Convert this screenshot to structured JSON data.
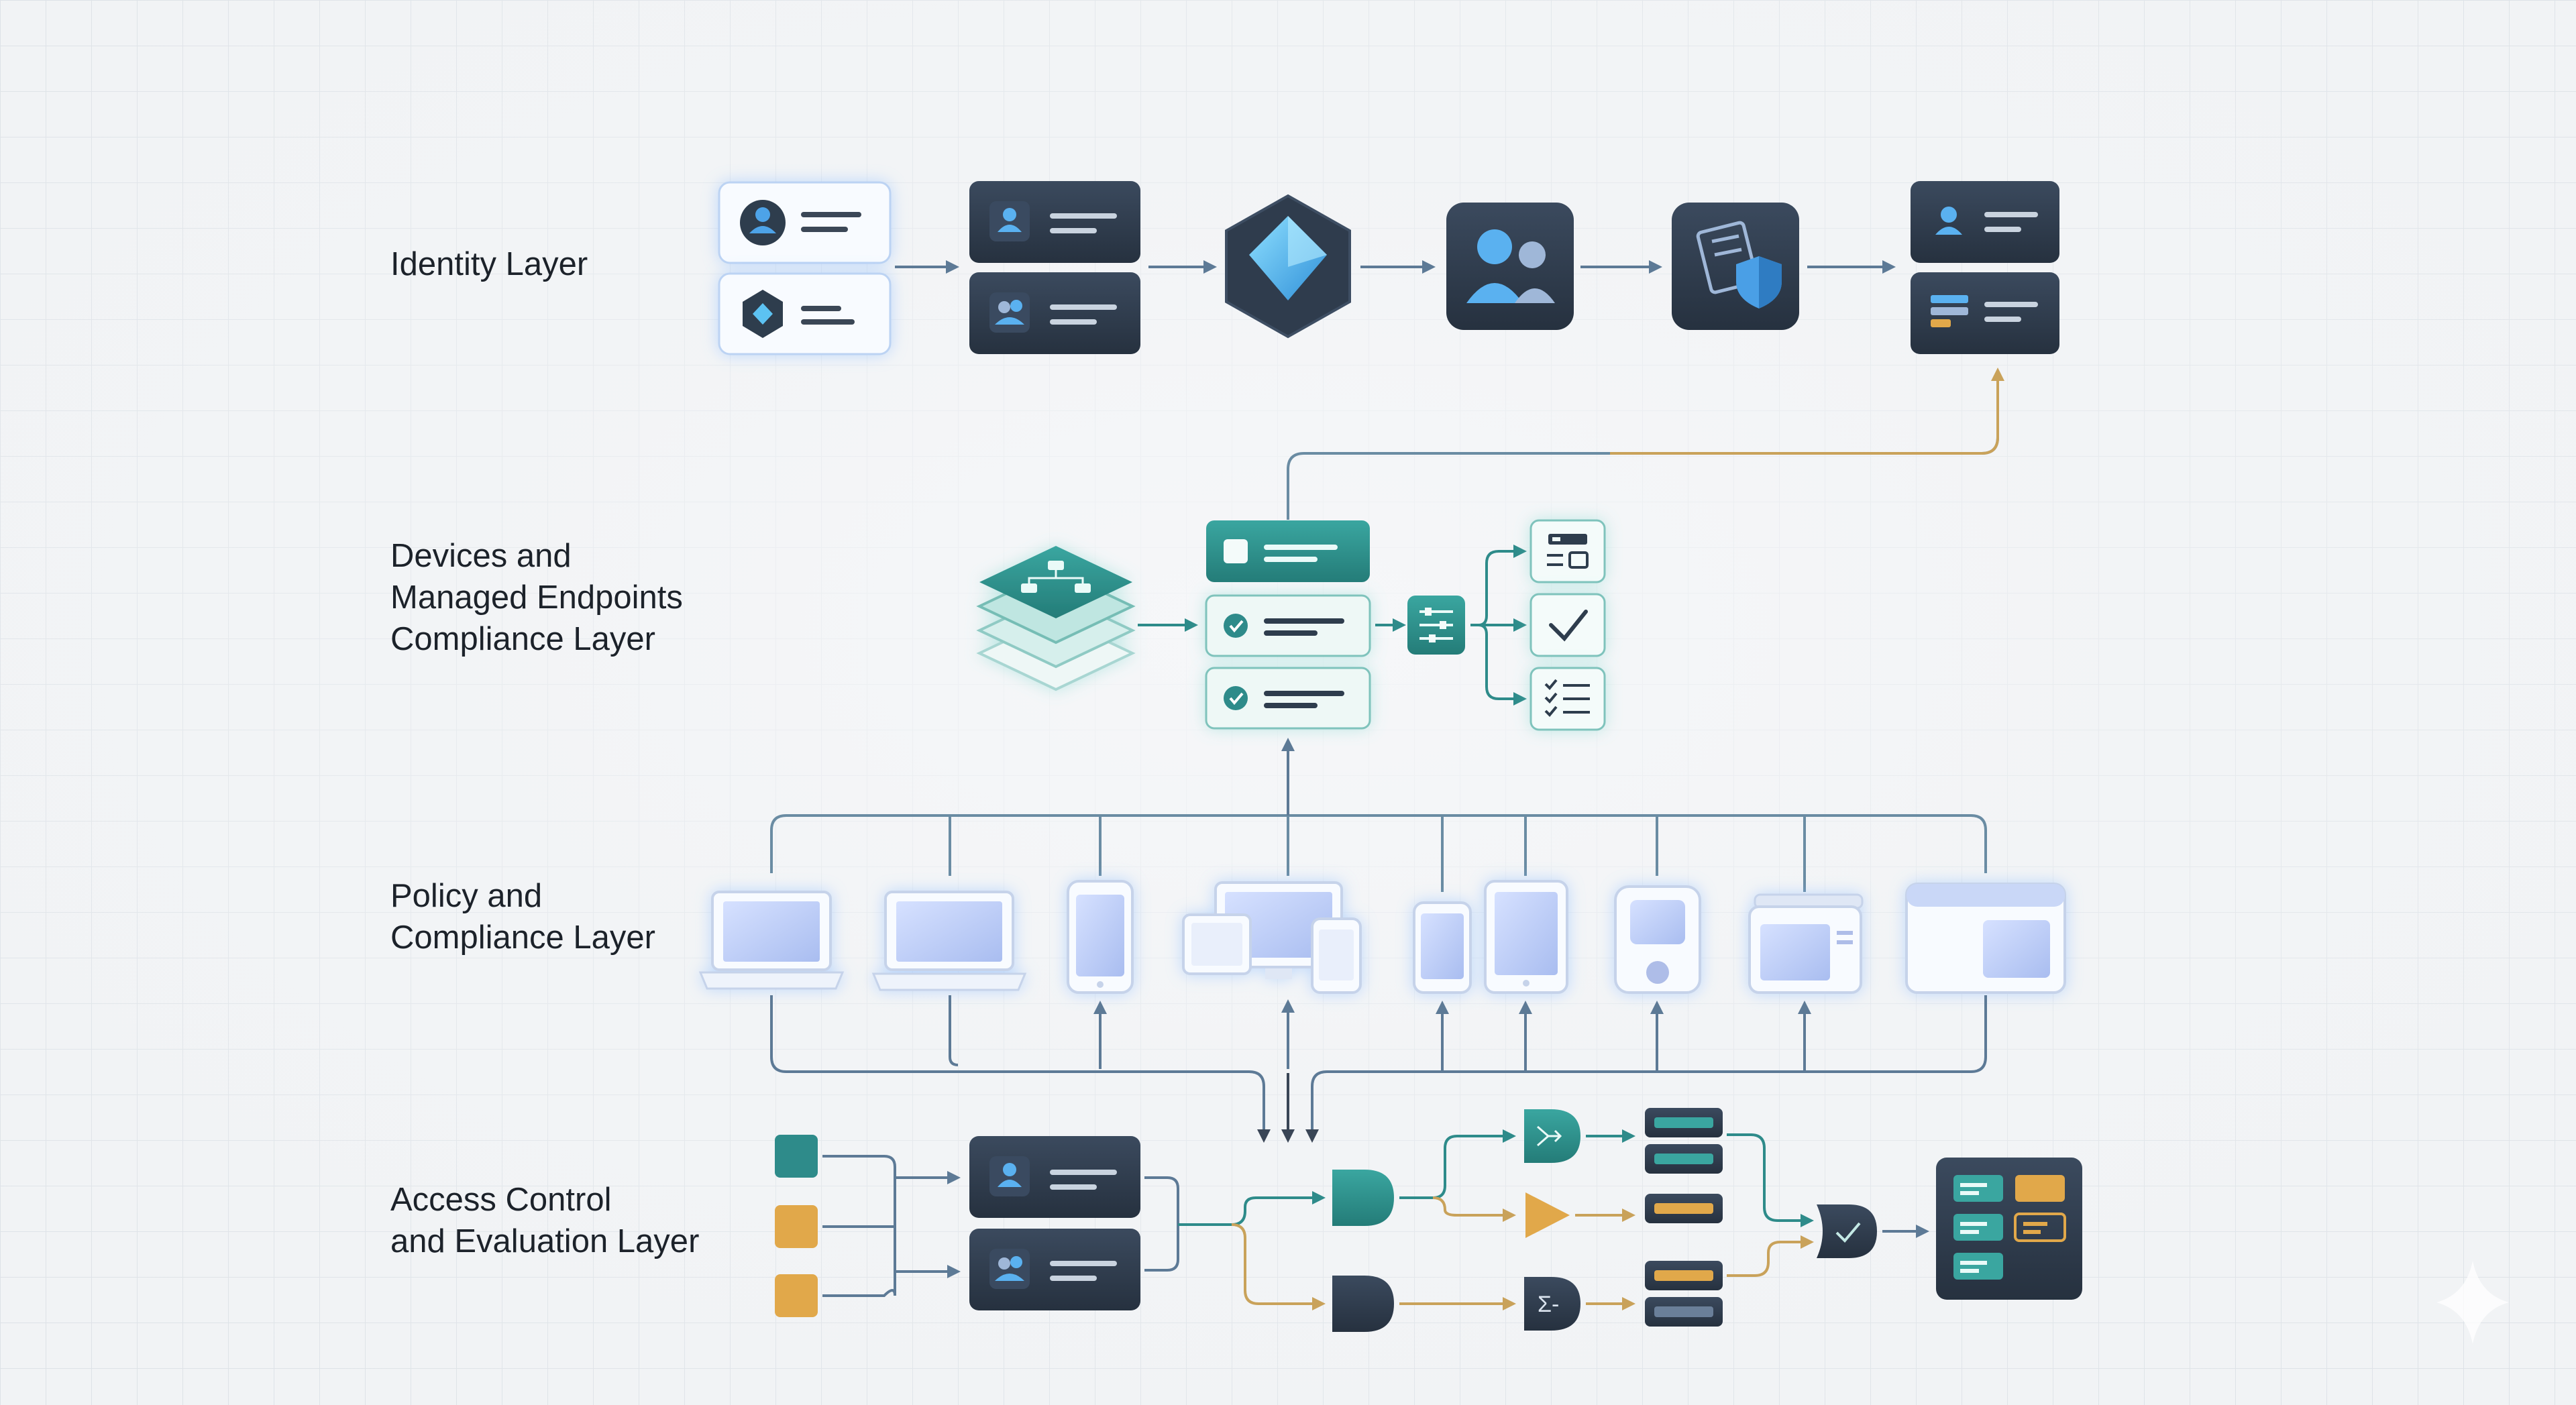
{
  "layers": {
    "identity": "Identity Layer",
    "devices": "Devices and\nManaged Endpoints\nCompliance Layer",
    "policy": "Policy and\nCompliance Layer",
    "access": "Access Control\nand Evaluation Layer"
  },
  "logic_symbols": {
    "sum": "Σ-"
  },
  "colors": {
    "background": "#f1f3f5",
    "grid": "#dde2e7",
    "navy": "#2f3c4d",
    "teal": "#2e8b8a",
    "amber": "#e1a84a",
    "connector_blue": "#5d7a96",
    "connector_amber": "#c9a25a",
    "light_blue": "#b9c8f4"
  }
}
